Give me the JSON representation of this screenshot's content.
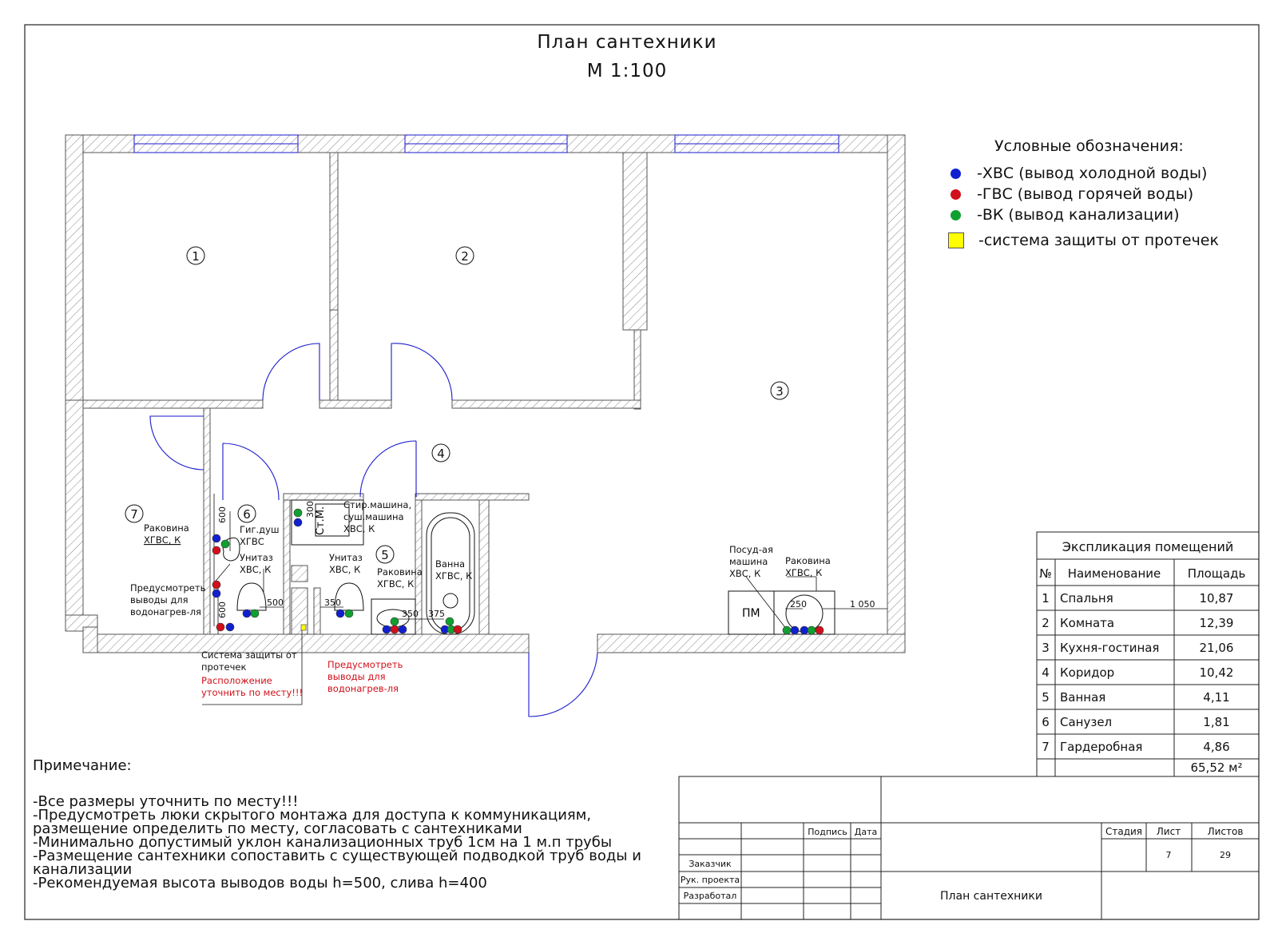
{
  "title": {
    "line1": "План сантехники",
    "line2": "М 1:100"
  },
  "legend": {
    "title": "Условные обозначения:",
    "items": [
      {
        "label": "-ХВС (вывод холодной воды)",
        "color": "#1020d0"
      },
      {
        "label": "-ГВС (вывод горячей воды)",
        "color": "#d0101a"
      },
      {
        "label": "-ВК (вывод канализации)",
        "color": "#10a030"
      },
      {
        "label": "-система защиты от протечек",
        "color": "#ffff00"
      }
    ]
  },
  "rooms": [
    "1",
    "2",
    "3",
    "4",
    "5",
    "6",
    "7"
  ],
  "labels": {
    "r7_sink": [
      "Раковина",
      "ХГВС, К"
    ],
    "r7_heater": [
      "Предусмотреть",
      "выводы для",
      "водонагрев-ля"
    ],
    "r6_shower": [
      "Гиг.душ",
      "ХГВС"
    ],
    "r6_wc": [
      "Унитаз",
      "ХВС, К"
    ],
    "r5_wm": [
      "Стир.машина,",
      "суш.машина",
      "ХВС, К"
    ],
    "r5_wc": [
      "Унитаз",
      "ХВС, К"
    ],
    "r5_sink": [
      "Раковина",
      "ХГВС, К"
    ],
    "r5_bath": [
      "Ванна",
      "ХГВС, К"
    ],
    "kit_dw": [
      "Посуд-ая",
      "машина",
      "ХВС, К"
    ],
    "kit_sink": [
      "Раковина",
      "ХГВС, К"
    ],
    "leak": {
      "black": [
        "Система защиты от",
        "протечек"
      ],
      "red": [
        "Расположение",
        "уточнить по месту!!!"
      ]
    },
    "heater_red": [
      "Предусмотреть",
      "выводы для",
      "водонагрев-ля"
    ],
    "wm_tag": "Ст.М.",
    "pm_tag": "ПМ"
  },
  "dims": [
    "600",
    "600",
    "500",
    "300",
    "350",
    "350",
    "375",
    "250",
    "1 050"
  ],
  "explication": {
    "title": "Экспликация помещений",
    "headers": [
      "№",
      "Наименование",
      "Площадь"
    ],
    "rows": [
      [
        "1",
        "Спальня",
        "10,87"
      ],
      [
        "2",
        "Комната",
        "12,39"
      ],
      [
        "3",
        "Кухня-гостиная",
        "21,06"
      ],
      [
        "4",
        "Коридор",
        "10,42"
      ],
      [
        "5",
        "Ванная",
        "4,11"
      ],
      [
        "6",
        "Санузел",
        "1,81"
      ],
      [
        "7",
        "Гардеробная",
        "4,86"
      ]
    ],
    "total": "65,52 м²"
  },
  "notes": {
    "head": "Примечание:",
    "lines": [
      "-Все размеры уточнить по месту!!!",
      "-Предусмотреть люки скрытого монтажа для доступа к коммуникациям,",
      "размещение определить по месту, согласовать с сантехниками",
      "-Минимально допустимый уклон канализационных труб 1см на 1 м.п трубы",
      "-Размещение сантехники сопоставить с существующей подводкой труб воды и",
      "канализации",
      "-Рекомендуемая высота выводов воды h=500, слива h=400"
    ]
  },
  "stamp": {
    "sign": "Подпись",
    "date": "Дата",
    "customer": "Заказчик",
    "head": "Рук. проекта",
    "dev": "Разработал",
    "stage": "Стадия",
    "sheet": "Лист",
    "sheets": "Листов",
    "sheet_val": "7",
    "sheets_val": "29",
    "name": "План сантехники"
  }
}
